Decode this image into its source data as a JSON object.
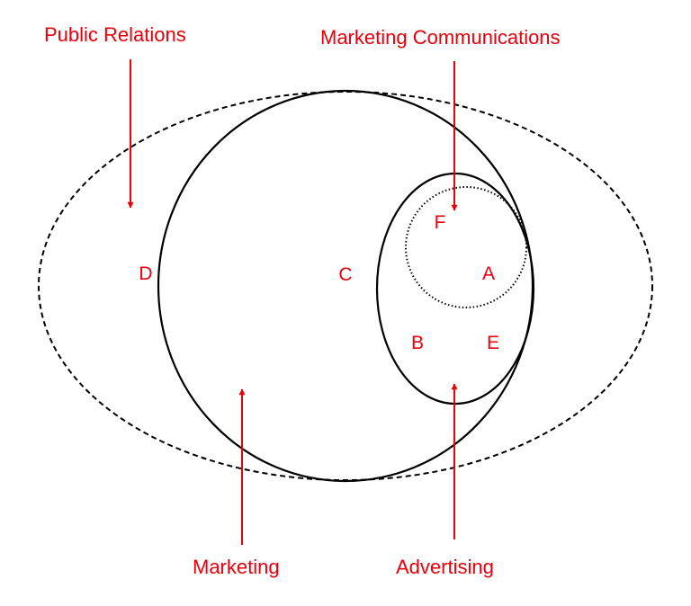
{
  "labels": {
    "public_relations": "Public Relations",
    "marketing_communications": "Marketing Communications",
    "marketing": "Marketing",
    "advertising": "Advertising"
  },
  "regions": {
    "a": "A",
    "b": "B",
    "c": "C",
    "d": "D",
    "e": "E",
    "f": "F"
  },
  "colors": {
    "label": "#e8000b",
    "arrow": "#e8000b",
    "outline": "#000000",
    "background": "#ffffff"
  },
  "shapes": {
    "public_relations": "dashed-ellipse",
    "marketing": "solid-circle",
    "advertising": "solid-ellipse",
    "marketing_communications": "dotted-circle"
  }
}
